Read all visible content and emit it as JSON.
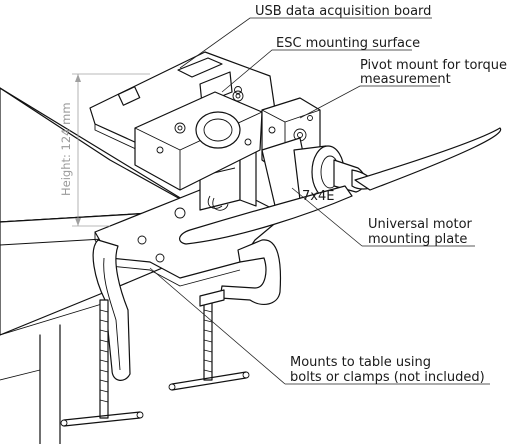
{
  "labels": {
    "usb_board": "USB data acquisition board",
    "esc_surface": "ESC mounting surface",
    "pivot_line1": "Pivot mount for torque",
    "pivot_line2": "measurement",
    "motor_plate_line1": "Universal motor",
    "motor_plate_line2": "mounting plate",
    "mounts_line1": "Mounts to table using",
    "mounts_line2": "bolts or clamps (not included)"
  },
  "dimension": {
    "height_label": "Height: 124 mm"
  },
  "propeller_text": "7x4E"
}
